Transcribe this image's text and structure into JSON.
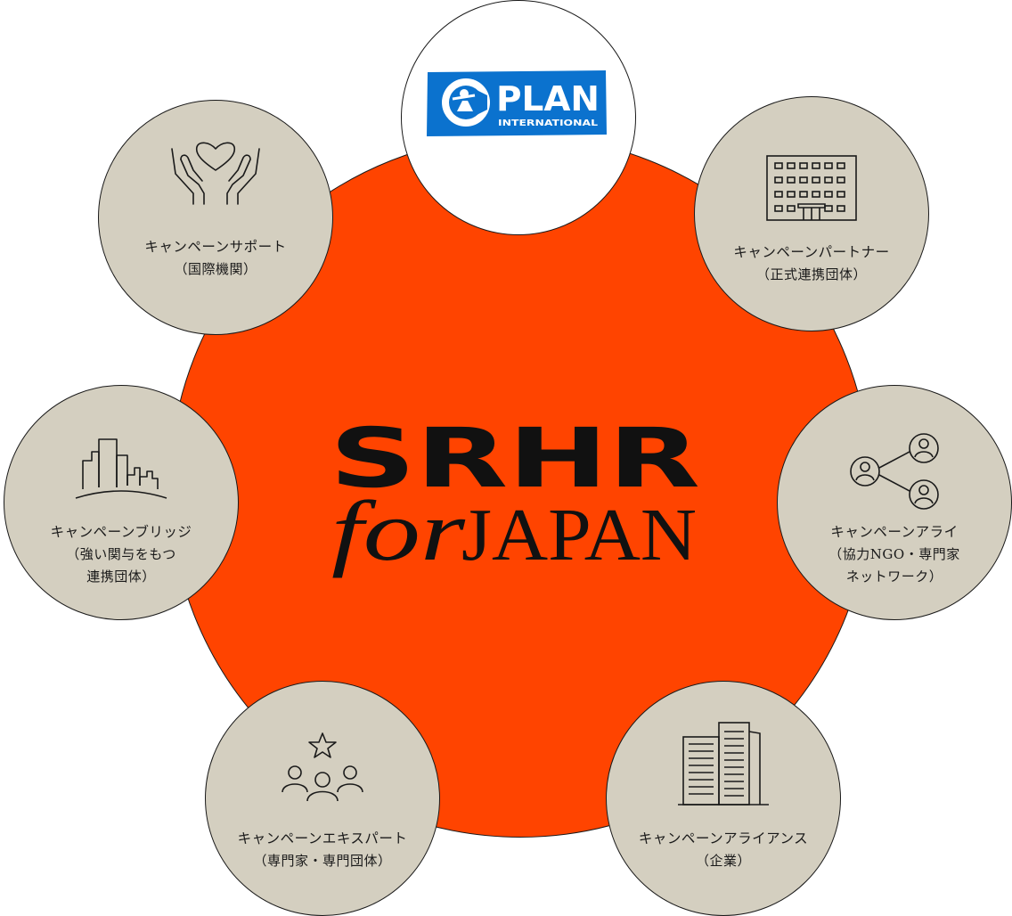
{
  "colors": {
    "center": "#ff4400",
    "node": "#d4cfc0",
    "plan_node": "#ffffff",
    "plan_blue": "#0b72ce",
    "stroke": "#1a1a1a"
  },
  "center": {
    "line1": "SRHR",
    "line2_italic": "for",
    "line2_caps": "JAPAN"
  },
  "plan": {
    "name": "PLAN",
    "subtitle": "INTERNATIONAL",
    "icon": "plan-international-logo"
  },
  "nodes": {
    "support": {
      "icon": "heart-hands-icon",
      "title": "キャンペーンサポート",
      "sub": "（国際機関）"
    },
    "partner": {
      "icon": "office-building-icon",
      "title": "キャンペーンパートナー",
      "sub": "（正式連携団体）"
    },
    "bridge": {
      "icon": "city-skyline-icon",
      "title": "キャンペーンブリッジ",
      "sub1": "（強い関与をもつ",
      "sub2": "連携団体）"
    },
    "ally": {
      "icon": "network-people-icon",
      "title": "キャンペーンアライ",
      "sub1": "（協力NGO・専門家",
      "sub2": "ネットワーク）"
    },
    "expert": {
      "icon": "star-group-icon",
      "title": "キャンペーンエキスパート",
      "sub": "（専門家・専門団体）"
    },
    "alliance": {
      "icon": "corporate-buildings-icon",
      "title": "キャンペーンアライアンス",
      "sub": "（企業）"
    }
  }
}
